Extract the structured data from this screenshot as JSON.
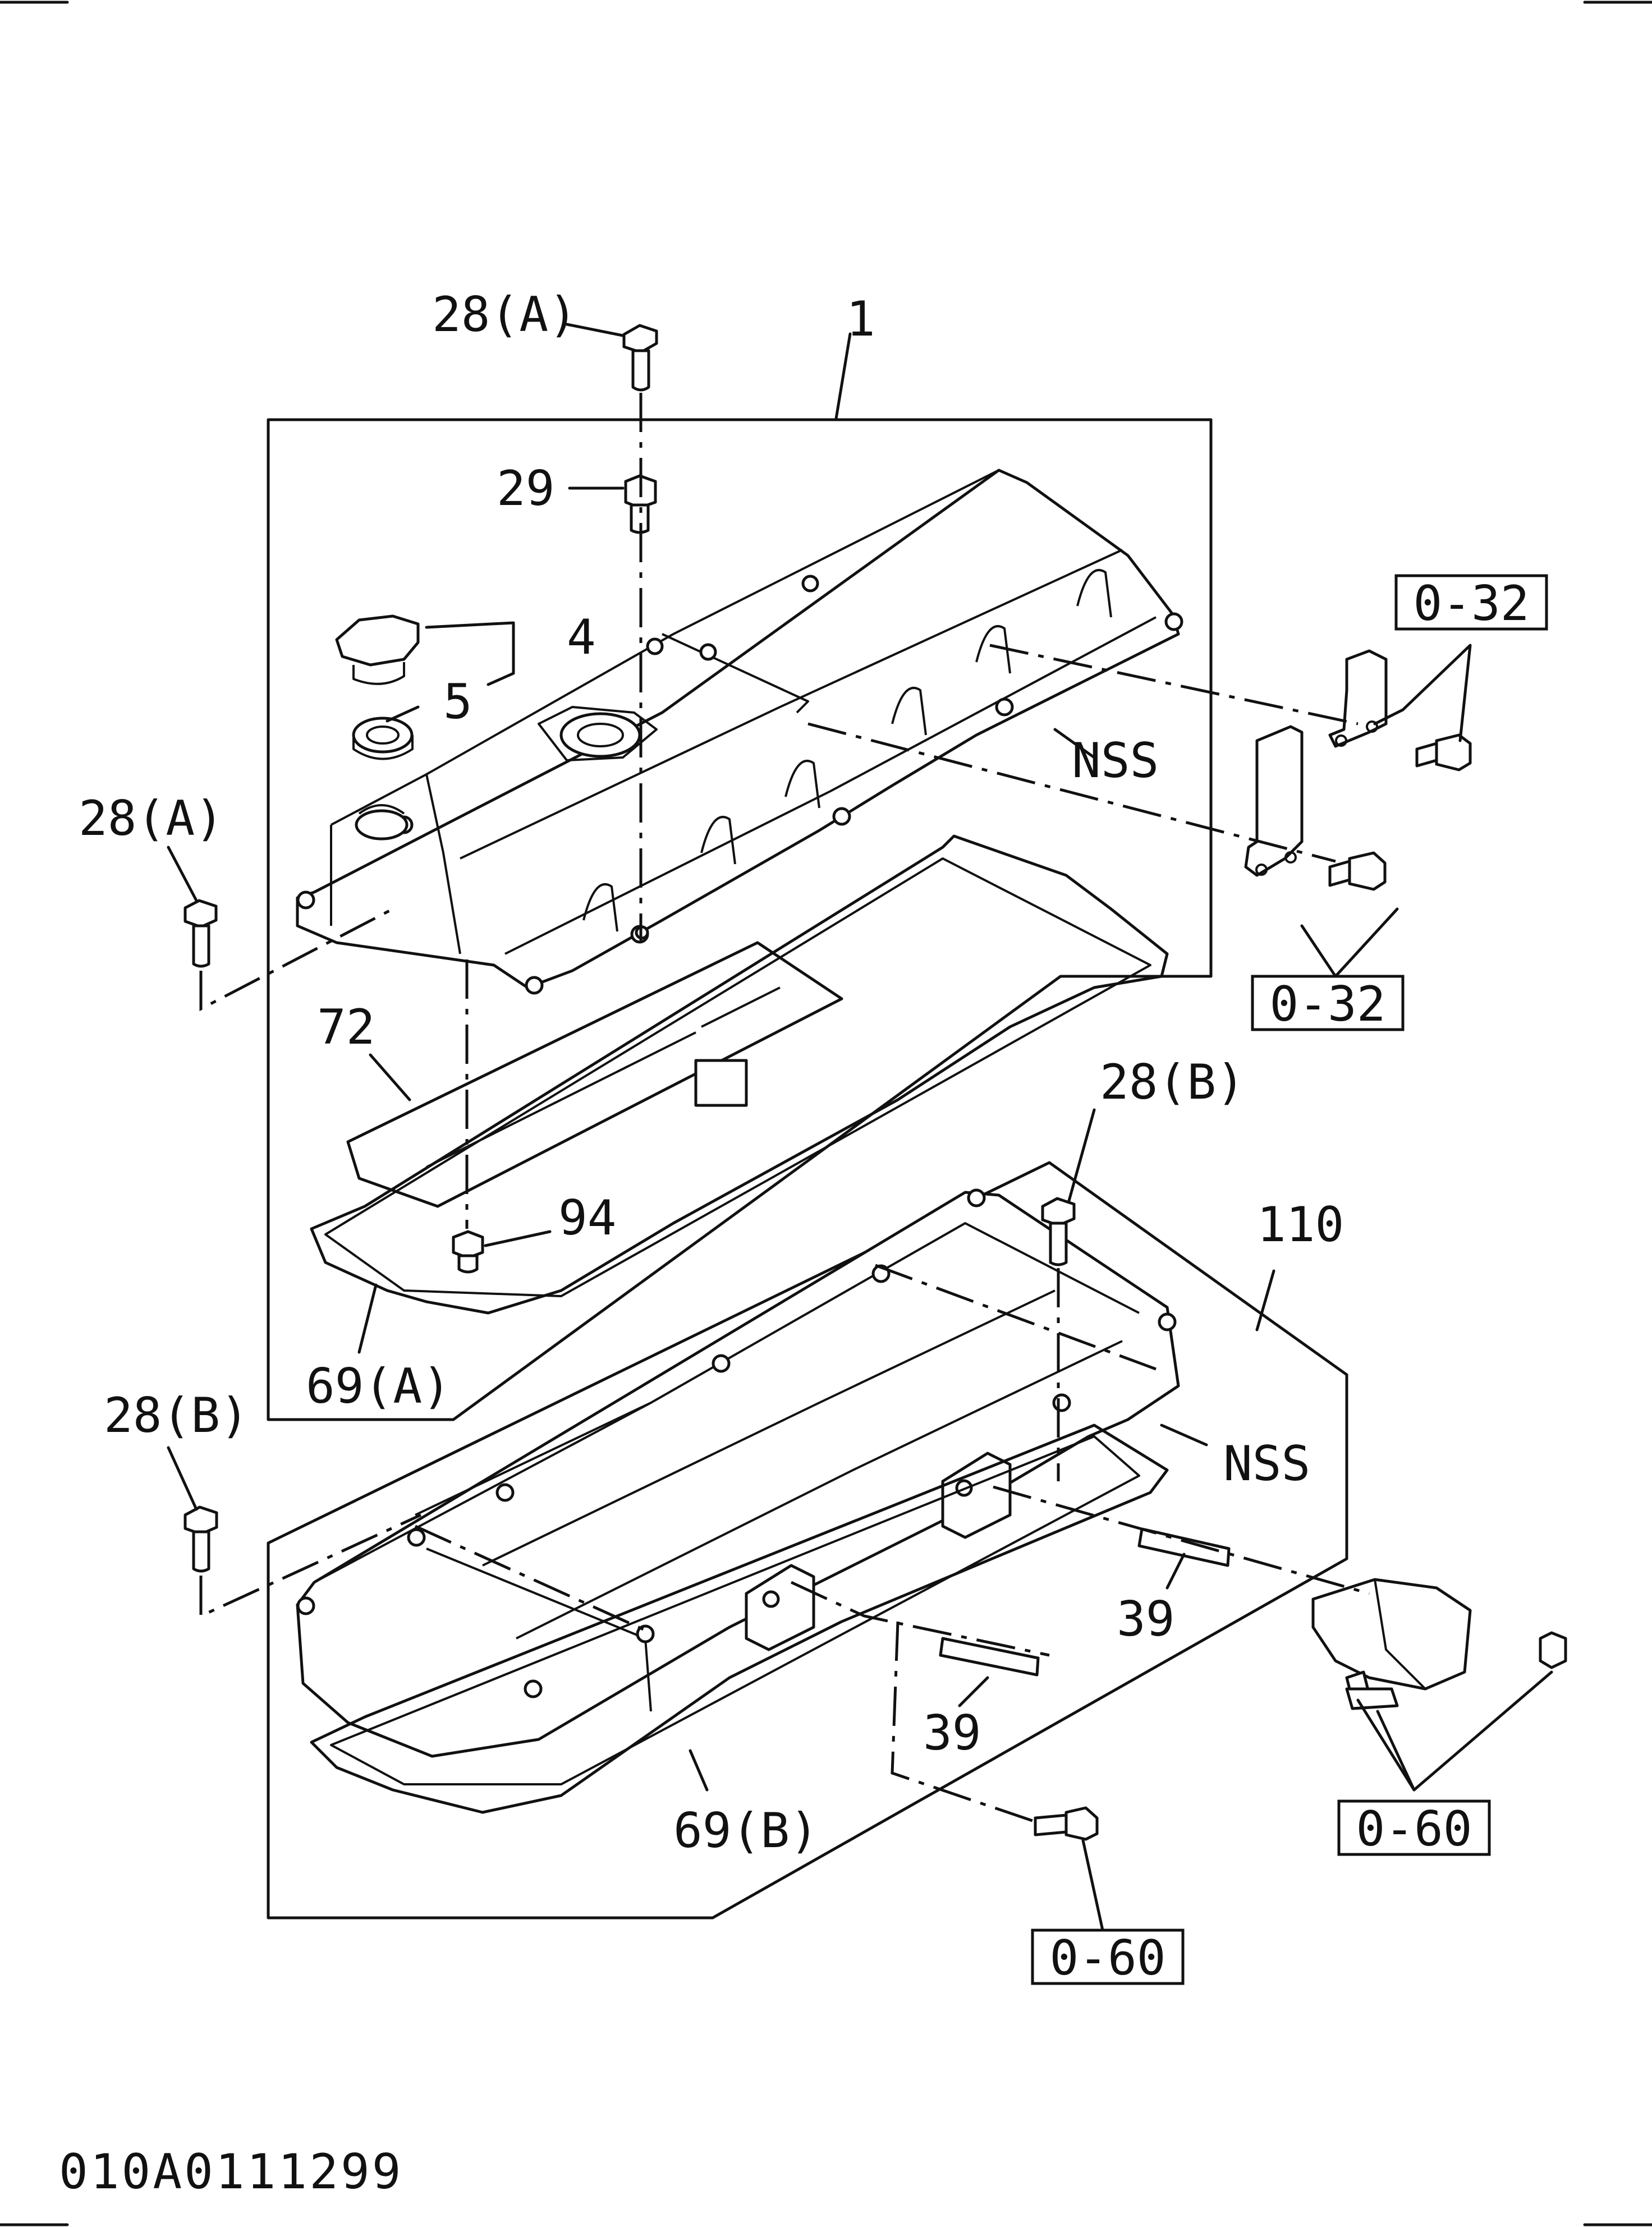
{
  "diagram": {
    "drawing_code": "010A0111299",
    "callouts": {
      "bolt_top": "28(A)",
      "cover_assembly": "1",
      "stud": "29",
      "cap": "4",
      "seal": "5",
      "bolt_left_a": "28(A)",
      "nss_top": "NSS",
      "gasket_plate": "72",
      "bolt_b_mid": "28(B)",
      "screw": "94",
      "gasket_a": "69(A)",
      "oil_pan_assembly": "110",
      "bolt_left_b": "28(B)",
      "nss_bottom": "NSS",
      "stud_right": "39",
      "stud_left": "39",
      "gasket_b": "69(B)"
    },
    "ref_boxes": {
      "bracket_upper": "0-32",
      "bracket_lower": "0-32",
      "sensor_ref": "0-60",
      "bolt_ref": "0-60"
    }
  }
}
